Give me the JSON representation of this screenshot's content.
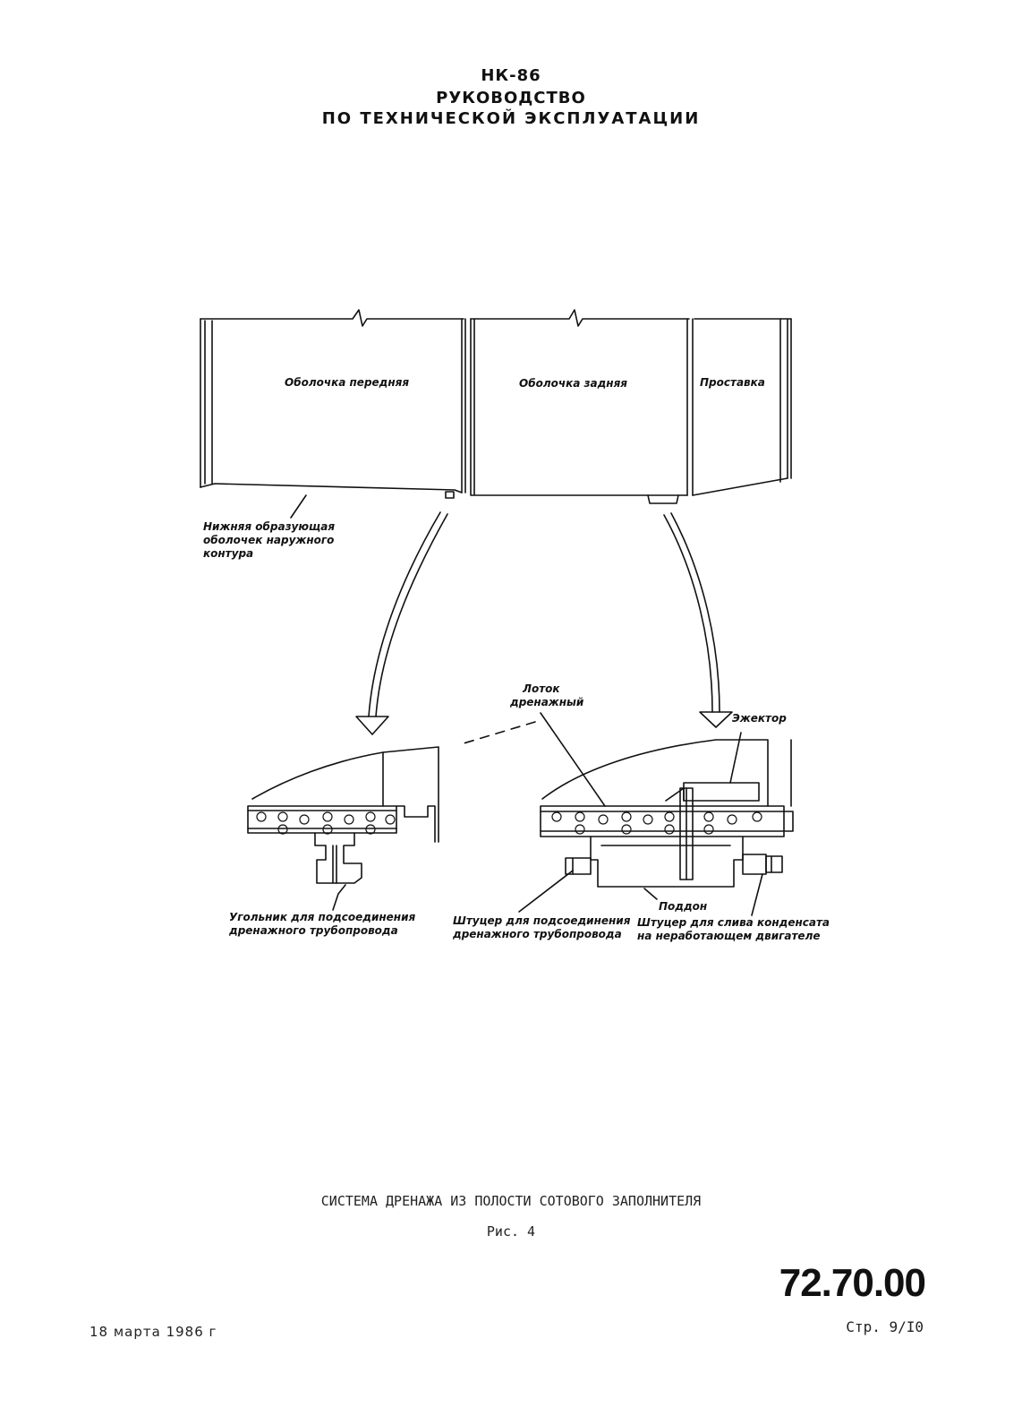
{
  "header": {
    "engine": "НК-86",
    "manual_line1": "РУКОВОДСТВО",
    "manual_line2": "ПО ТЕХНИЧЕСКОЙ ЭКСПЛУАТАЦИИ"
  },
  "figure": {
    "labels": {
      "front_shell": "Оболочка передняя",
      "rear_shell": "Оболочка задняя",
      "spacer": "Проставка",
      "lower_generatrix_1": "Нижняя образующая",
      "lower_generatrix_2": "оболочек наружного",
      "lower_generatrix_3": "контура",
      "drain_tray_1": "Лоток",
      "drain_tray_2": "дренажный",
      "ejector": "Эжектор",
      "angle_fitting_1": "Угольник для подсоединения",
      "angle_fitting_2": "дренажного трубопровода",
      "union_1": "Штуцер для подсоединения",
      "union_2": "дренажного трубопровода",
      "pan": "Поддон",
      "drain_union_1": "Штуцер для слива конденсата",
      "drain_union_2": "на неработающем двигателе"
    }
  },
  "caption": {
    "title": "СИСТЕМА ДРЕНАЖА ИЗ ПОЛОСТИ СОТОВОГО ЗАПОЛНИТЕЛЯ",
    "figure_number": "Рис. 4"
  },
  "footer": {
    "document_number": "72.70.00",
    "page": "Стр. 9/I0",
    "date": "18 марта 1986 г"
  }
}
